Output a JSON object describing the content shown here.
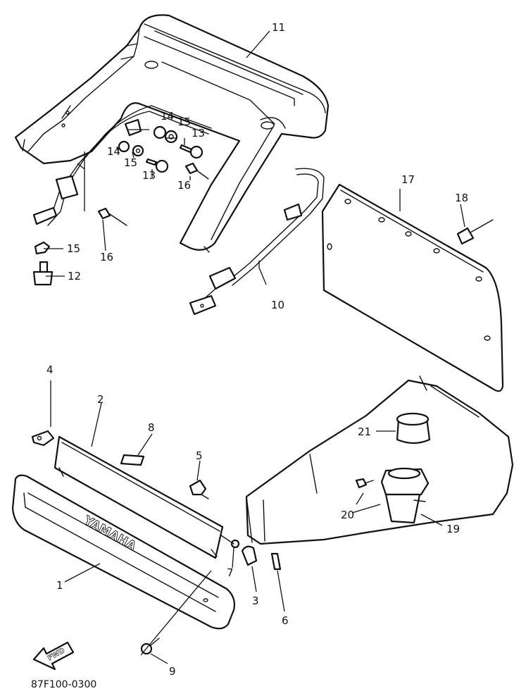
{
  "diagram": {
    "callouts": [
      "1",
      "2",
      "3",
      "4",
      "5",
      "6",
      "7",
      "8",
      "9",
      "10",
      "11",
      "12",
      "13",
      "13",
      "14",
      "14",
      "15",
      "15",
      "15",
      "16",
      "16",
      "17",
      "18",
      "19",
      "20",
      "21"
    ],
    "part_code": "87F100-0300",
    "brand_text": "YAMAHA",
    "fwd_label": "FWD"
  }
}
